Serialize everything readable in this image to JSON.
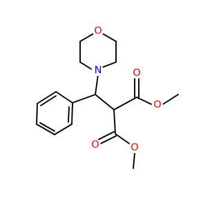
{
  "molecule": {
    "atoms": [
      {
        "label": "O",
        "color": "#ff0000"
      },
      {
        "label": "N",
        "color": "#0000ff"
      },
      {
        "label": "O",
        "color": "#ff0000"
      },
      {
        "label": "O",
        "color": "#ff0000"
      },
      {
        "label": "O",
        "color": "#ff0000"
      },
      {
        "label": "O",
        "color": "#ff0000"
      }
    ]
  },
  "colors": {
    "bond": "#000000",
    "oxygen": "#ff0000",
    "nitrogen": "#0000ff",
    "background": "#ffffff"
  }
}
